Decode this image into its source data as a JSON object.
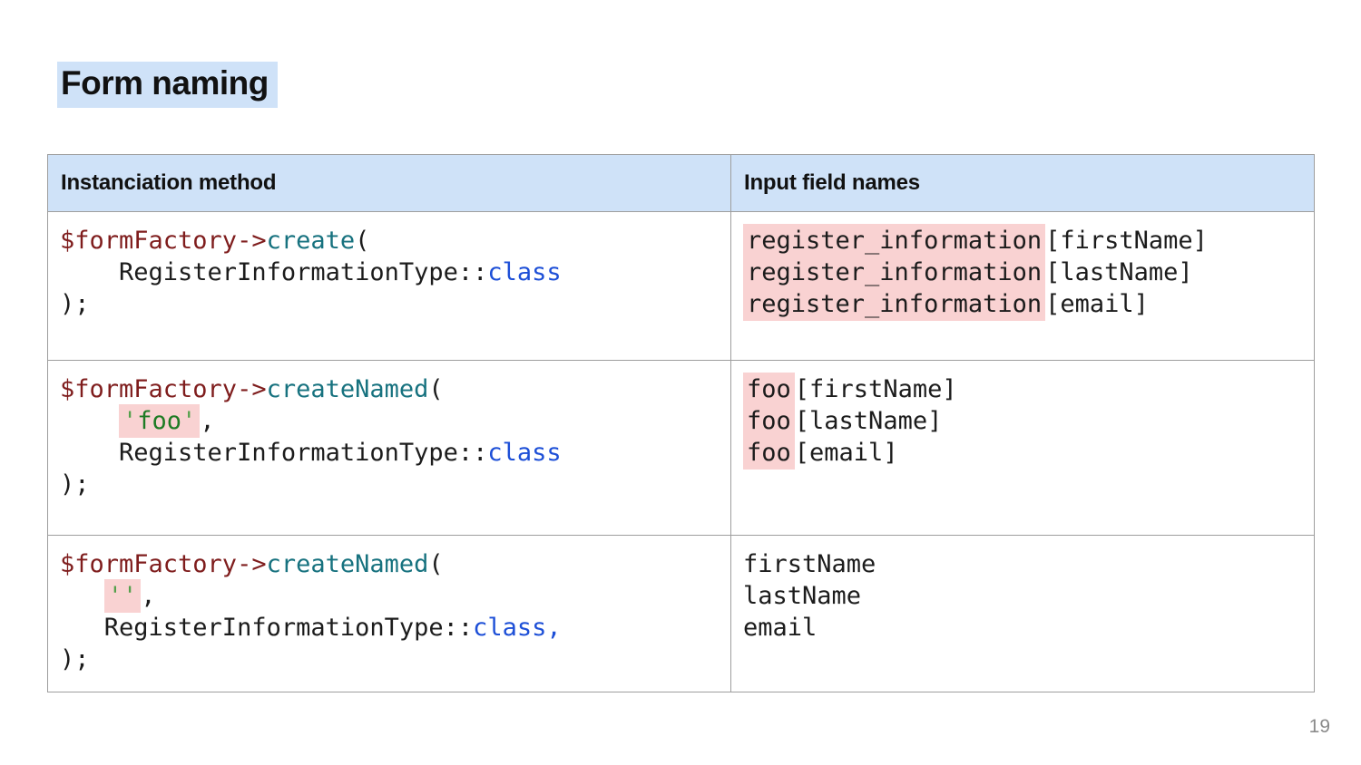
{
  "slide": {
    "title": "Form naming",
    "page_number": "19"
  },
  "colors": {
    "title_highlight": "#cfe2f8",
    "header_bg": "#cfe2f8",
    "border": "#9e9e9e",
    "code_default": "#1c1c1c",
    "variable": "#7f1d1d",
    "method": "#17727f",
    "keyword": "#1d4fd7",
    "string": "#1e7b24",
    "string_quote": "#54a04c",
    "mark_pink": "#f9d2d2",
    "page_number_color": "#8b8b8b"
  },
  "table": {
    "headers": [
      "Instanciation method",
      "Input field names"
    ],
    "rows": [
      {
        "left": [
          [
            {
              "tokens": [
                {
                  "text": "$formFactory->",
                  "type": "var"
                },
                {
                  "text": "create",
                  "type": "method"
                },
                {
                  "text": "(",
                  "type": "plain"
                }
              ]
            }
          ],
          [
            {
              "tokens": [
                {
                  "text": "    RegisterInformationType::",
                  "type": "plain"
                },
                {
                  "text": "class",
                  "type": "keyword"
                }
              ]
            }
          ],
          [
            {
              "tokens": [
                {
                  "text": ");",
                  "type": "plain"
                }
              ]
            }
          ]
        ],
        "right": [
          [
            {
              "mark": true,
              "tokens": [
                {
                  "text": "register_information",
                  "type": "plain"
                }
              ]
            },
            {
              "tokens": [
                {
                  "text": "[firstName]",
                  "type": "plain"
                }
              ]
            }
          ],
          [
            {
              "mark": true,
              "tokens": [
                {
                  "text": "register_information",
                  "type": "plain"
                }
              ]
            },
            {
              "tokens": [
                {
                  "text": "[lastName]",
                  "type": "plain"
                }
              ]
            }
          ],
          [
            {
              "mark": true,
              "tokens": [
                {
                  "text": "register_information",
                  "type": "plain"
                }
              ]
            },
            {
              "tokens": [
                {
                  "text": "[email]",
                  "type": "plain"
                }
              ]
            }
          ]
        ]
      },
      {
        "left": [
          [
            {
              "tokens": [
                {
                  "text": "$formFactory->",
                  "type": "var"
                },
                {
                  "text": "createNamed",
                  "type": "method"
                },
                {
                  "text": "(",
                  "type": "plain"
                }
              ]
            }
          ],
          [
            {
              "tokens": [
                {
                  "text": "    ",
                  "type": "plain"
                }
              ]
            },
            {
              "mark": true,
              "tokens": [
                {
                  "text": "'",
                  "type": "quote"
                },
                {
                  "text": "foo",
                  "type": "string"
                },
                {
                  "text": "'",
                  "type": "quote"
                }
              ]
            },
            {
              "tokens": [
                {
                  "text": ",",
                  "type": "plain"
                }
              ]
            }
          ],
          [
            {
              "tokens": [
                {
                  "text": "    RegisterInformationType::",
                  "type": "plain"
                },
                {
                  "text": "class",
                  "type": "keyword"
                }
              ]
            }
          ],
          [
            {
              "tokens": [
                {
                  "text": ");",
                  "type": "plain"
                }
              ]
            }
          ]
        ],
        "right": [
          [
            {
              "mark": true,
              "tokens": [
                {
                  "text": "foo",
                  "type": "plain"
                }
              ]
            },
            {
              "tokens": [
                {
                  "text": "[firstName]",
                  "type": "plain"
                }
              ]
            }
          ],
          [
            {
              "mark": true,
              "tokens": [
                {
                  "text": "foo",
                  "type": "plain"
                }
              ]
            },
            {
              "tokens": [
                {
                  "text": "[lastName]",
                  "type": "plain"
                }
              ]
            }
          ],
          [
            {
              "mark": true,
              "tokens": [
                {
                  "text": "foo",
                  "type": "plain"
                }
              ]
            },
            {
              "tokens": [
                {
                  "text": "[email]",
                  "type": "plain"
                }
              ]
            }
          ]
        ]
      },
      {
        "left": [
          [
            {
              "tokens": [
                {
                  "text": "$formFactory->",
                  "type": "var"
                },
                {
                  "text": "createNamed",
                  "type": "method"
                },
                {
                  "text": "(",
                  "type": "plain"
                }
              ]
            }
          ],
          [
            {
              "tokens": [
                {
                  "text": "   ",
                  "type": "plain"
                }
              ]
            },
            {
              "mark": true,
              "tokens": [
                {
                  "text": "''",
                  "type": "quote"
                }
              ]
            },
            {
              "tokens": [
                {
                  "text": ",",
                  "type": "plain"
                }
              ]
            }
          ],
          [
            {
              "tokens": [
                {
                  "text": "   RegisterInformationType::",
                  "type": "plain"
                },
                {
                  "text": "class,",
                  "type": "keyword"
                }
              ]
            }
          ],
          [
            {
              "tokens": [
                {
                  "text": ");",
                  "type": "plain"
                }
              ]
            }
          ]
        ],
        "right": [
          [
            {
              "tokens": [
                {
                  "text": "firstName",
                  "type": "plain"
                }
              ]
            }
          ],
          [
            {
              "tokens": [
                {
                  "text": "lastName",
                  "type": "plain"
                }
              ]
            }
          ],
          [
            {
              "tokens": [
                {
                  "text": "email",
                  "type": "plain"
                }
              ]
            }
          ]
        ]
      }
    ]
  }
}
